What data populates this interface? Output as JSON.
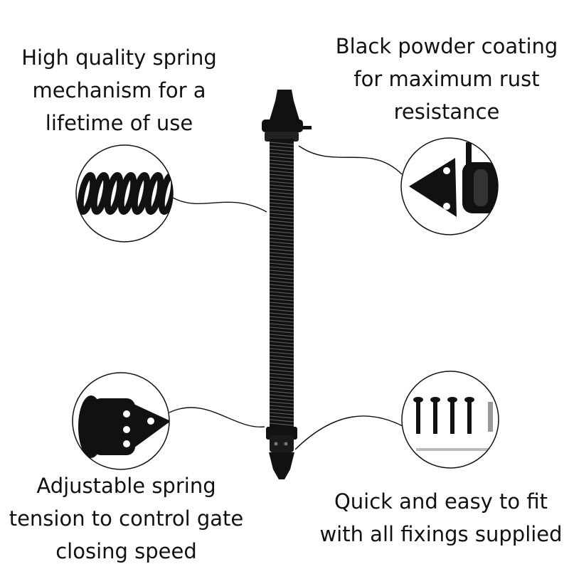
{
  "captions": {
    "top_left": [
      "High quality spring",
      "mechanism for a",
      "lifetime of use"
    ],
    "top_right": [
      "Black powder coating",
      "for maximum rust",
      "resistance"
    ],
    "bottom_left": [
      "Adjustable spring",
      "tension to control gate",
      "closing speed"
    ],
    "bottom_right": [
      "Quick and easy to fit",
      "with all fixings supplied"
    ]
  },
  "colors": {
    "product": "#111111",
    "text": "#111111",
    "background": "#ffffff"
  }
}
